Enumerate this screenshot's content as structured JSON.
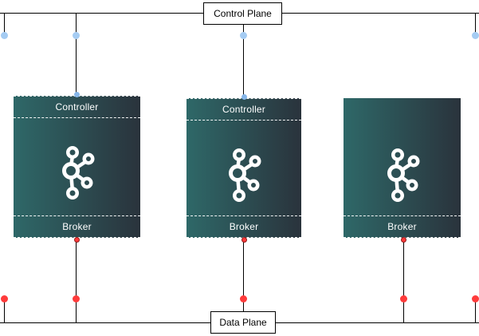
{
  "diagram": {
    "control_plane": {
      "label": "Control Plane"
    },
    "data_plane": {
      "label": "Data Plane"
    },
    "nodes": [
      {
        "controller_label": "Controller",
        "broker_label": "Broker"
      },
      {
        "controller_label": "Controller",
        "broker_label": "Broker"
      },
      {
        "broker_label": "Broker"
      }
    ],
    "icons": {
      "node_icon": "kafka-logo"
    },
    "colors": {
      "node_gradient_start": "#2E6868",
      "node_gradient_end": "#2A333C",
      "node_border": "#FFFFFF",
      "control_plane_dot": "#A5CCF3",
      "data_plane_dot": "#FF3B3B",
      "connector_line": "#000000",
      "label_box_bg": "#FFFFFF",
      "label_text": "#000000"
    }
  }
}
